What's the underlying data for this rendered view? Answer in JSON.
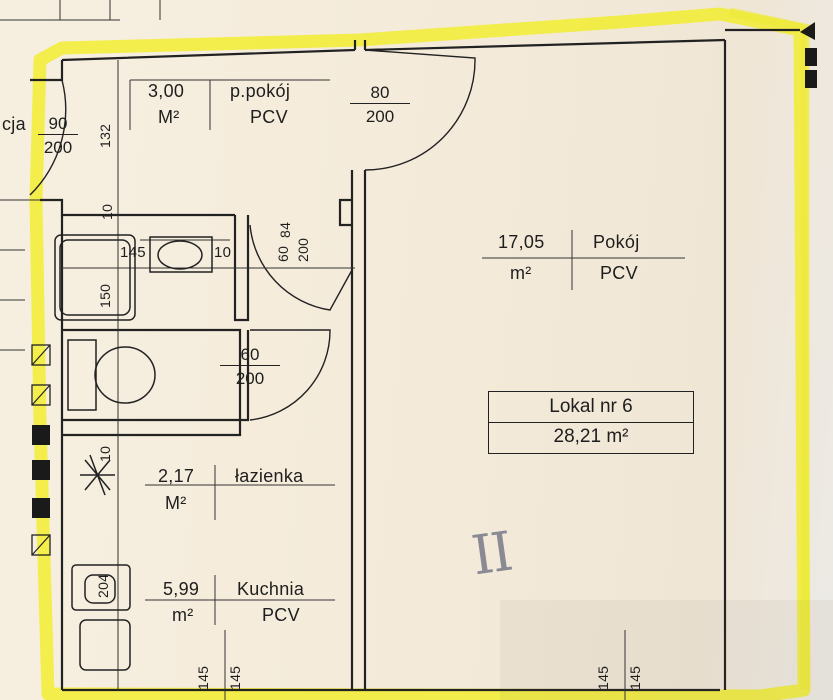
{
  "fragment_label": "cja",
  "entrance_door": {
    "width": "90",
    "height": "200"
  },
  "hall_door": {
    "width": "80",
    "height": "200"
  },
  "hall_dim": "132",
  "hall_room": {
    "area": "3,00",
    "unit": "M²",
    "name": "p.pokój",
    "floor": "PCV"
  },
  "main_room": {
    "area": "17,05",
    "unit": "m²",
    "name": "Pokój",
    "floor": "PCV"
  },
  "apartment": {
    "name": "Lokal nr 6",
    "area": "28,21 m²"
  },
  "bathroom": {
    "area": "2,17",
    "unit": "M²",
    "name": "łazienka"
  },
  "kitchen": {
    "area": "5,99",
    "unit": "m²",
    "name": "Kuchnia",
    "floor": "PCV"
  },
  "bath_door": {
    "width": "60",
    "height": "200"
  },
  "inner_door": {
    "width": "60",
    "height": "200",
    "sub": "84"
  },
  "dims": {
    "d10_top": "10",
    "d145": "145",
    "d10_mid": "10",
    "d150": "150",
    "d10_left": "10",
    "d204": "204",
    "bottom_a_top": "145",
    "bottom_a_bot": "145",
    "bottom_b_top": "145",
    "bottom_b_bot": "145"
  },
  "handwritten_mark": "II",
  "colors": {
    "highlight": "#f2ee1a",
    "line": "#222222",
    "paper": "#f5ecdc"
  }
}
